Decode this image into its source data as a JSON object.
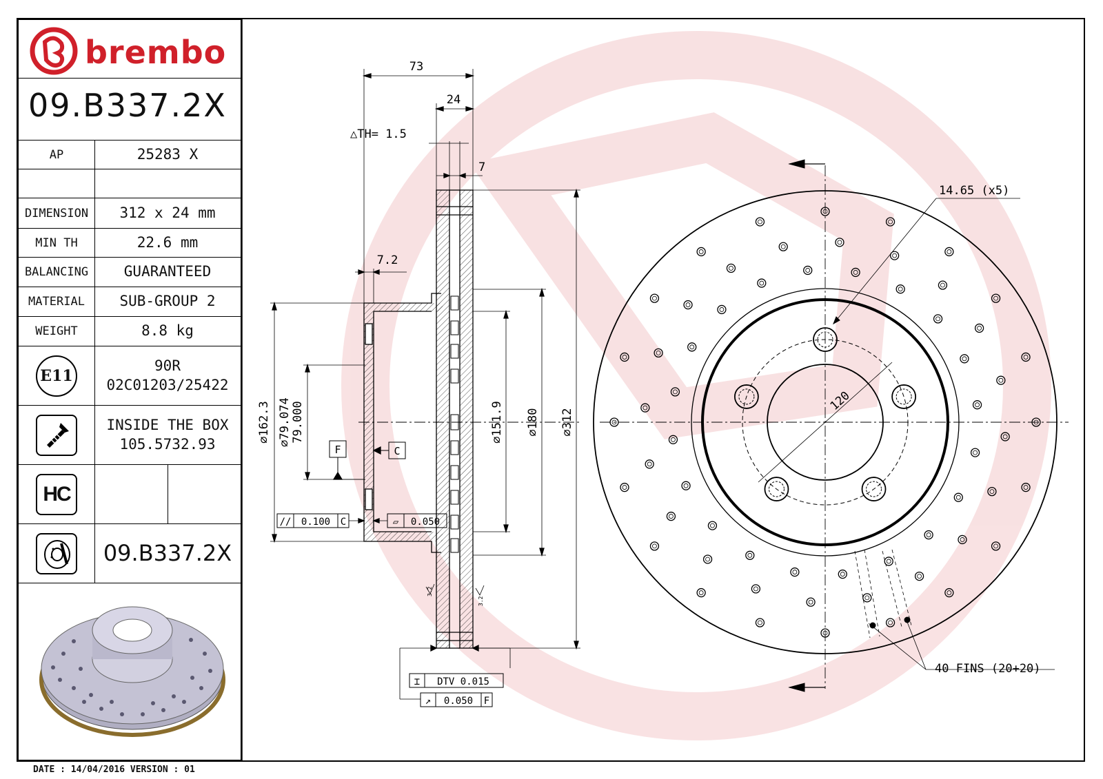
{
  "brand": {
    "name": "brembo",
    "color": "#d0202a"
  },
  "part_number": "09.B337.2X",
  "specs": {
    "ap_label": "AP",
    "ap_value": "25283 X",
    "blank_label": "",
    "blank_value": "",
    "dimension_label": "DIMENSION",
    "dimension_value": "312 x 24 mm",
    "minth_label": "MIN TH",
    "minth_value": "22.6 mm",
    "balancing_label": "BALANCING",
    "balancing_value": "GUARANTEED",
    "material_label": "MATERIAL",
    "material_value": "SUB-GROUP 2",
    "weight_label": "WEIGHT",
    "weight_value": "8.8 kg",
    "e11_label": "E11",
    "e11_line1": "90R",
    "e11_line2": "02C01203/25422",
    "box_line1": "INSIDE THE BOX",
    "box_line2": "105.5732.93",
    "hc_label": "HC",
    "part_repeat": "09.B337.2X"
  },
  "drawing": {
    "dim_73": "73",
    "dim_24": "24",
    "dim_th": "△TH= 1.5",
    "dim_7": "7",
    "dim_72": "7.2",
    "dia_1623": "⌀162.3",
    "dia_79074": "⌀79.074",
    "dia_79000": "79.000",
    "dia_1519": "⌀151.9",
    "dia_180": "⌀180",
    "dia_312": "⌀312",
    "datum_f": "F",
    "datum_c": "C",
    "tol_parallel": "0.100",
    "tol_parallel_ref": "C",
    "tol_flat": "0.050",
    "tol_dtv": "DTV 0.015",
    "tol_runout": "0.050",
    "tol_runout_ref": "F",
    "rough_1": "3.2",
    "rough_2": "3.2",
    "hole_callout": "14.65 (x5)",
    "pcd": "120",
    "fins": "40 FINS (20+20)"
  },
  "footer": "DATE : 14/04/2016 VERSION : 01"
}
